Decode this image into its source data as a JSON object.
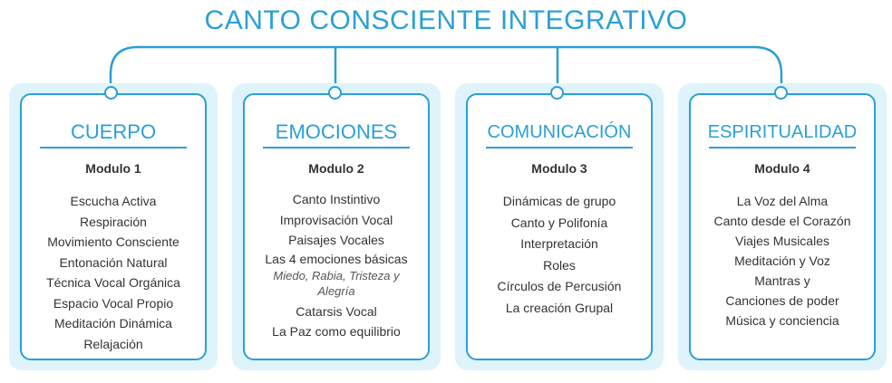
{
  "title": "CANTO CONSCIENTE INTEGRATIVO",
  "colors": {
    "accent": "#2b9fd6",
    "panel": "#dff3fb"
  },
  "cards": [
    {
      "title": "CUERPO",
      "module": "Modulo 1",
      "items": [
        "Escucha Activa",
        "Respiración",
        "Movimiento Consciente",
        "Entonación Natural",
        "Técnica Vocal Orgánica",
        "Espacio Vocal Propio",
        "Meditación Dinámica",
        "Relajación"
      ]
    },
    {
      "title": "EMOCIONES",
      "module": "Modulo 2",
      "items": [
        "Canto Instintivo",
        "Improvisación Vocal",
        "Paisajes Vocales",
        "Las 4 emociones básicas"
      ],
      "note": "Miedo, Rabia, Tristeza y Alegría",
      "items_after": [
        "Catarsis Vocal",
        "La Paz como equilibrio"
      ]
    },
    {
      "title": "COMUNICACIÓN",
      "module": "Modulo 3",
      "items": [
        "Dinámicas de grupo",
        "Canto y Polifonía",
        "Interpretación",
        "Roles",
        "Círculos de Percusión",
        "La creación Grupal"
      ]
    },
    {
      "title": "ESPIRITUALIDAD",
      "module": "Modulo 4",
      "items": [
        "La Voz del Alma",
        "Canto desde el Corazón",
        "Viajes Musicales",
        "Meditación y Voz",
        "Mantras y",
        "Canciones de poder",
        "Música y conciencia"
      ]
    }
  ]
}
